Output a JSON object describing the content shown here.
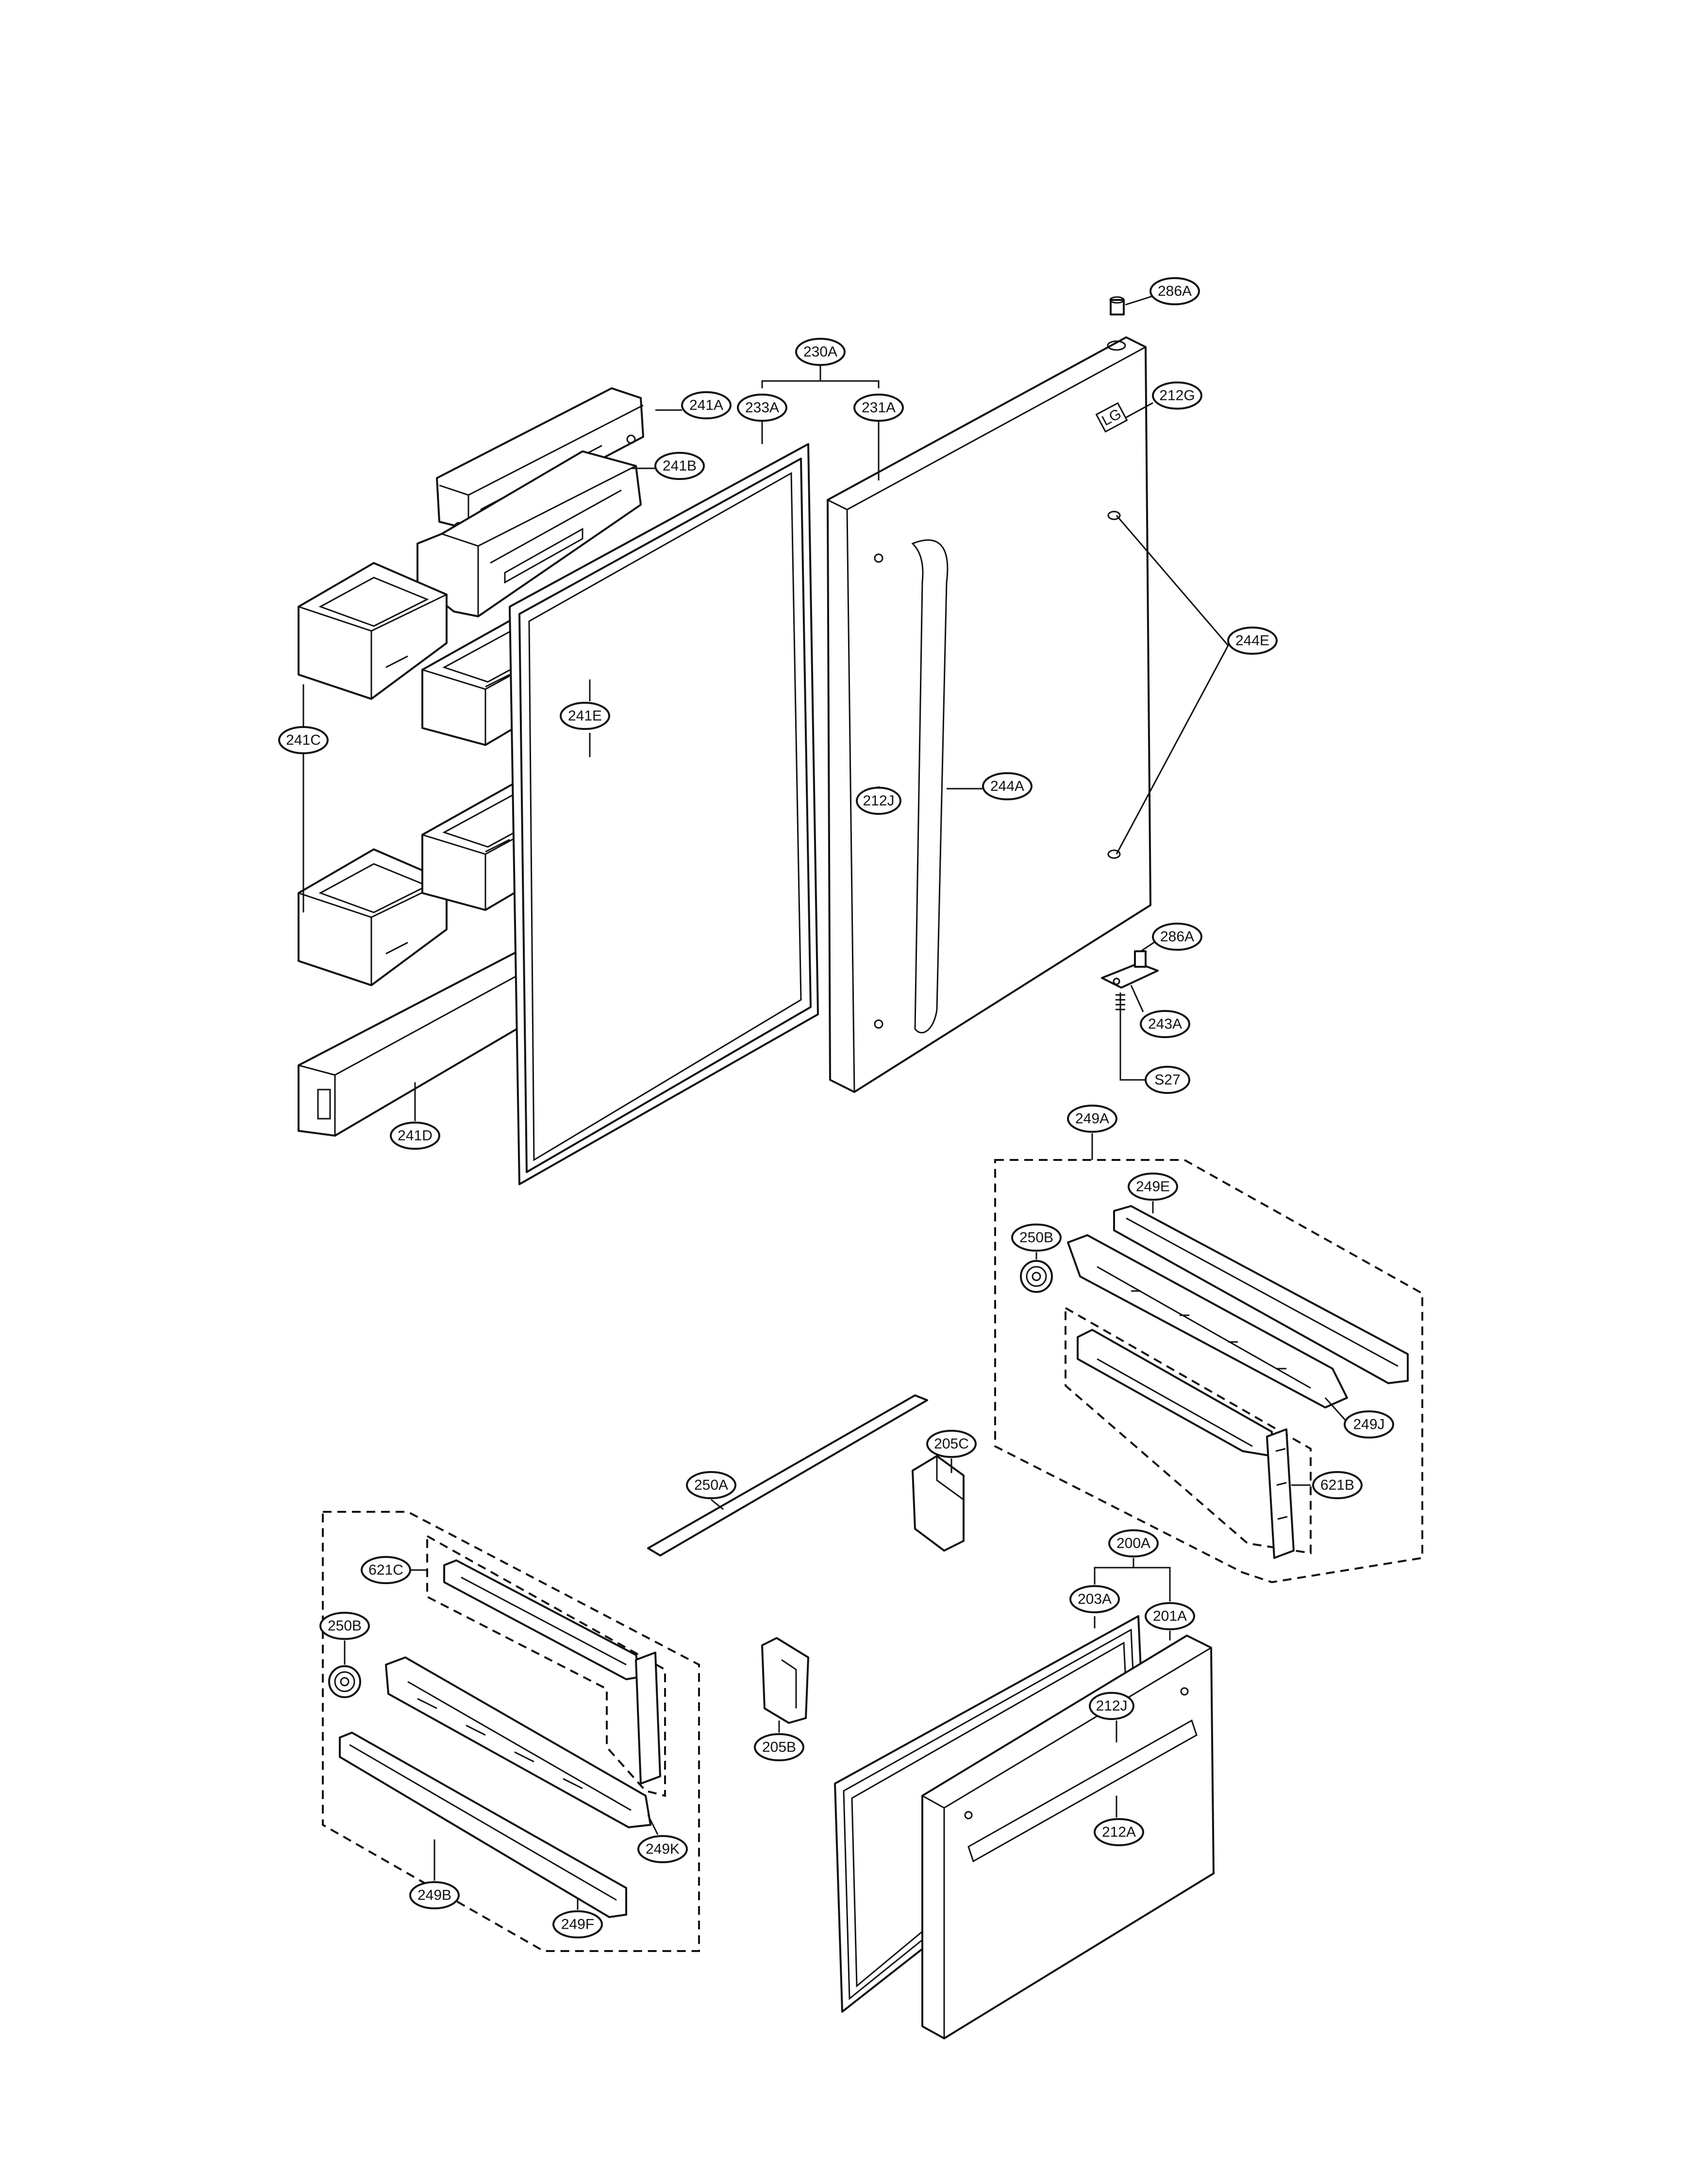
{
  "labels": {
    "l286a_top": "286A",
    "l230a": "230A",
    "l241a": "241A",
    "l233a": "233A",
    "l231a": "231A",
    "l212g": "212G",
    "l241b": "241B",
    "l244e": "244E",
    "l241e": "241E",
    "l241c": "241C",
    "l212j_top": "212J",
    "l244a": "244A",
    "l286a_hinge": "286A",
    "l243a": "243A",
    "ls27": "S27",
    "l241d": "241D",
    "l249a": "249A",
    "l249e": "249E",
    "l250b_right": "250B",
    "l249j": "249J",
    "l205c": "205C",
    "l621b": "621B",
    "l250a": "250A",
    "l200a": "200A",
    "l621c": "621C",
    "l203a": "203A",
    "l201a": "201A",
    "l250b_left": "250B",
    "l212j_bottom": "212J",
    "l205b": "205B",
    "l212a": "212A",
    "l249k": "249K",
    "l249b": "249B",
    "l249f": "249F"
  },
  "logo_text": "LG"
}
